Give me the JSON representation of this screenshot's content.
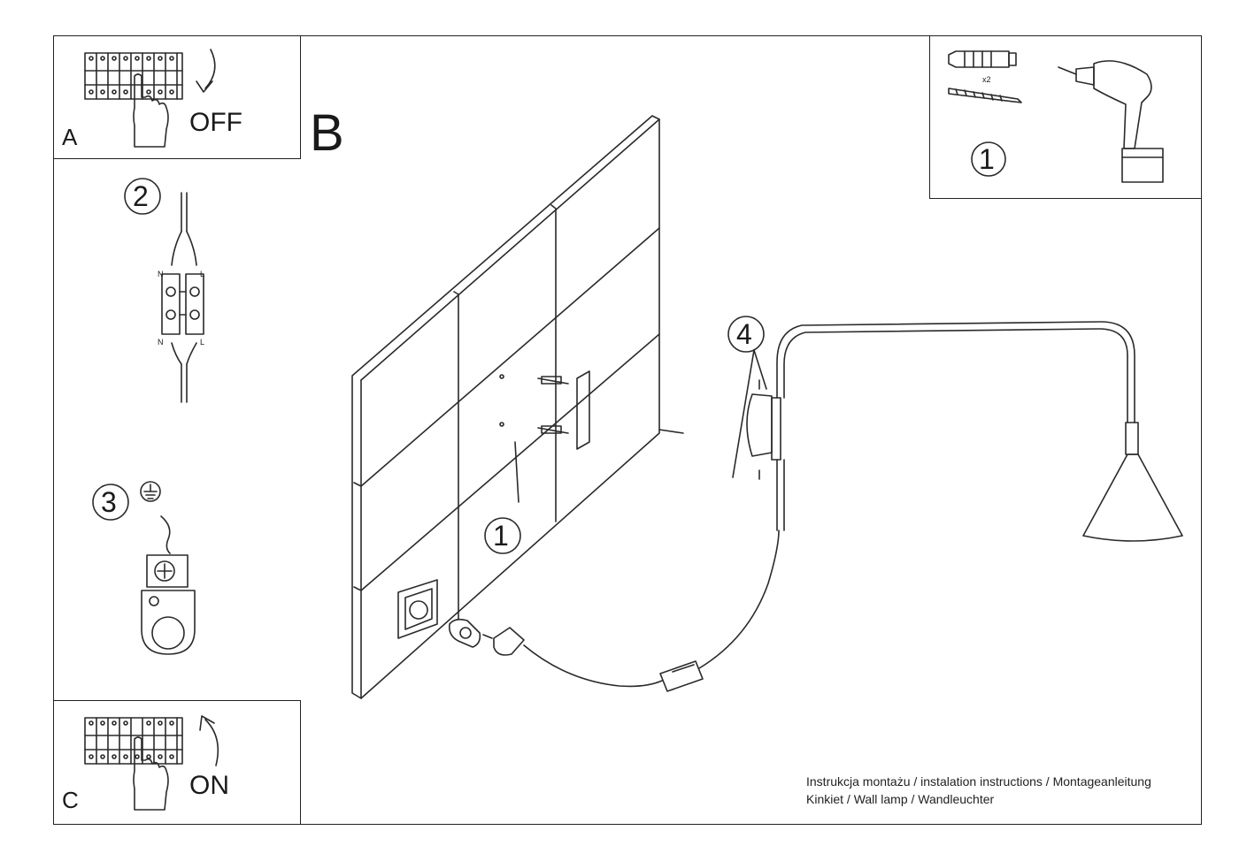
{
  "panels": {
    "a": {
      "letter": "A",
      "state": "OFF"
    },
    "b": {
      "letter": "B"
    },
    "c": {
      "letter": "C",
      "state": "ON"
    }
  },
  "steps": {
    "tools_number": "1",
    "wire_number": "2",
    "ground_number": "3",
    "screws_number": "4",
    "wall_number": "1"
  },
  "wire_labels": {
    "n_top": "N",
    "l_top": "L",
    "n_bottom": "N",
    "l_bottom": "L"
  },
  "tools": {
    "anchor_qty": "x2"
  },
  "footer": {
    "line1": "Instrukcja montażu / instalation instructions / Montageanleitung",
    "line2": "Kinkiet / Wall lamp / Wandleuchter"
  },
  "colors": {
    "line": "#2a2a2a",
    "background": "#ffffff"
  }
}
